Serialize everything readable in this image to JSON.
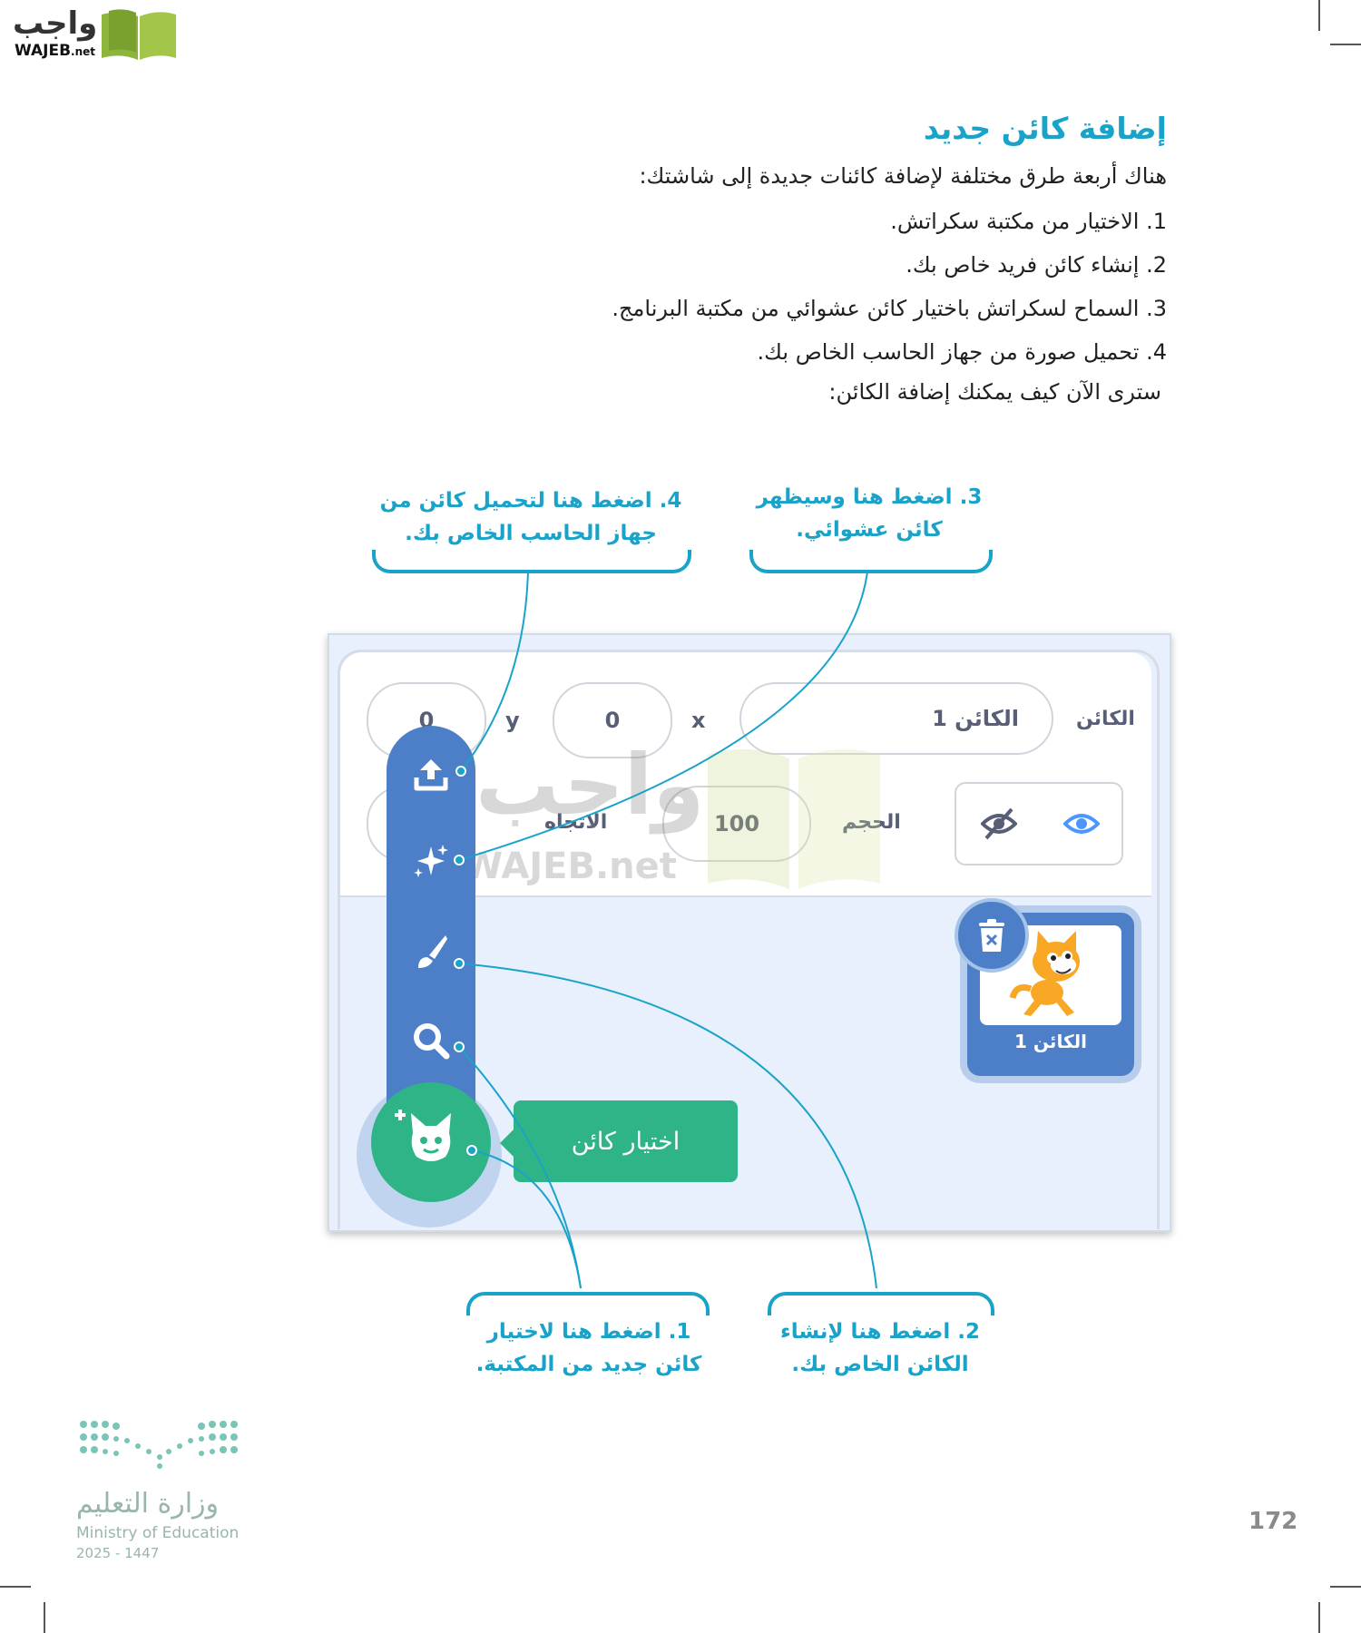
{
  "watermark": {
    "brand_ar": "واجب",
    "brand_en": "WAJEB",
    "brand_suffix": ".net"
  },
  "heading": "إضافة كائن جديد",
  "intro": "هناك أربعة طرق مختلفة لإضافة كائنات جديدة إلى شاشتك:",
  "steps": [
    "1. الاختيار من مكتبة سكراتش.",
    "2. إنشاء كائن فريد خاص بك.",
    "3. السماح لسكراتش باختيار كائن عشوائي من مكتبة البرنامج.",
    "4. تحميل صورة من جهاز الحاسب الخاص بك."
  ],
  "outro": "سترى الآن كيف يمكنك إضافة الكائن:",
  "callouts": {
    "upload": {
      "line1": "4. اضغط هنا لتحميل كائن من",
      "line2": "جهاز الحاسب الخاص بك."
    },
    "surprise": {
      "line1": "3. اضغط هنا وسيظهر",
      "line2": "كائن عشوائي."
    },
    "choose": {
      "line1": "1. اضغط هنا لاختيار",
      "line2": "كائن جديد من المكتبة."
    },
    "paint": {
      "line1": "2. اضغط هنا لإنشاء",
      "line2": "الكائن الخاص بك."
    }
  },
  "scratch_panel": {
    "sprite_label": "الكائن",
    "sprite_name_value": "الكائن 1",
    "x_label": "x",
    "x_value": "0",
    "y_label": "y",
    "y_value": "0",
    "size_label": "الحجم",
    "size_value": "100",
    "direction_label": "الاتجاه",
    "show_icon": "eye-icon",
    "hide_icon": "eye-slash-icon",
    "sprite_card_name": "الكائن 1",
    "tooltip": "اختيار كائن",
    "menu_icons": [
      "upload-icon",
      "surprise-icon",
      "paint-icon",
      "search-icon",
      "cat-icon"
    ],
    "accent_color": "#4c7fc8",
    "green_color": "#2fb487"
  },
  "callout_color": "#1aa3c9",
  "page_number": "172",
  "ministry": {
    "name_ar": "وزارة التعليم",
    "name_en": "Ministry of Education",
    "year": "2025 - 1447"
  }
}
